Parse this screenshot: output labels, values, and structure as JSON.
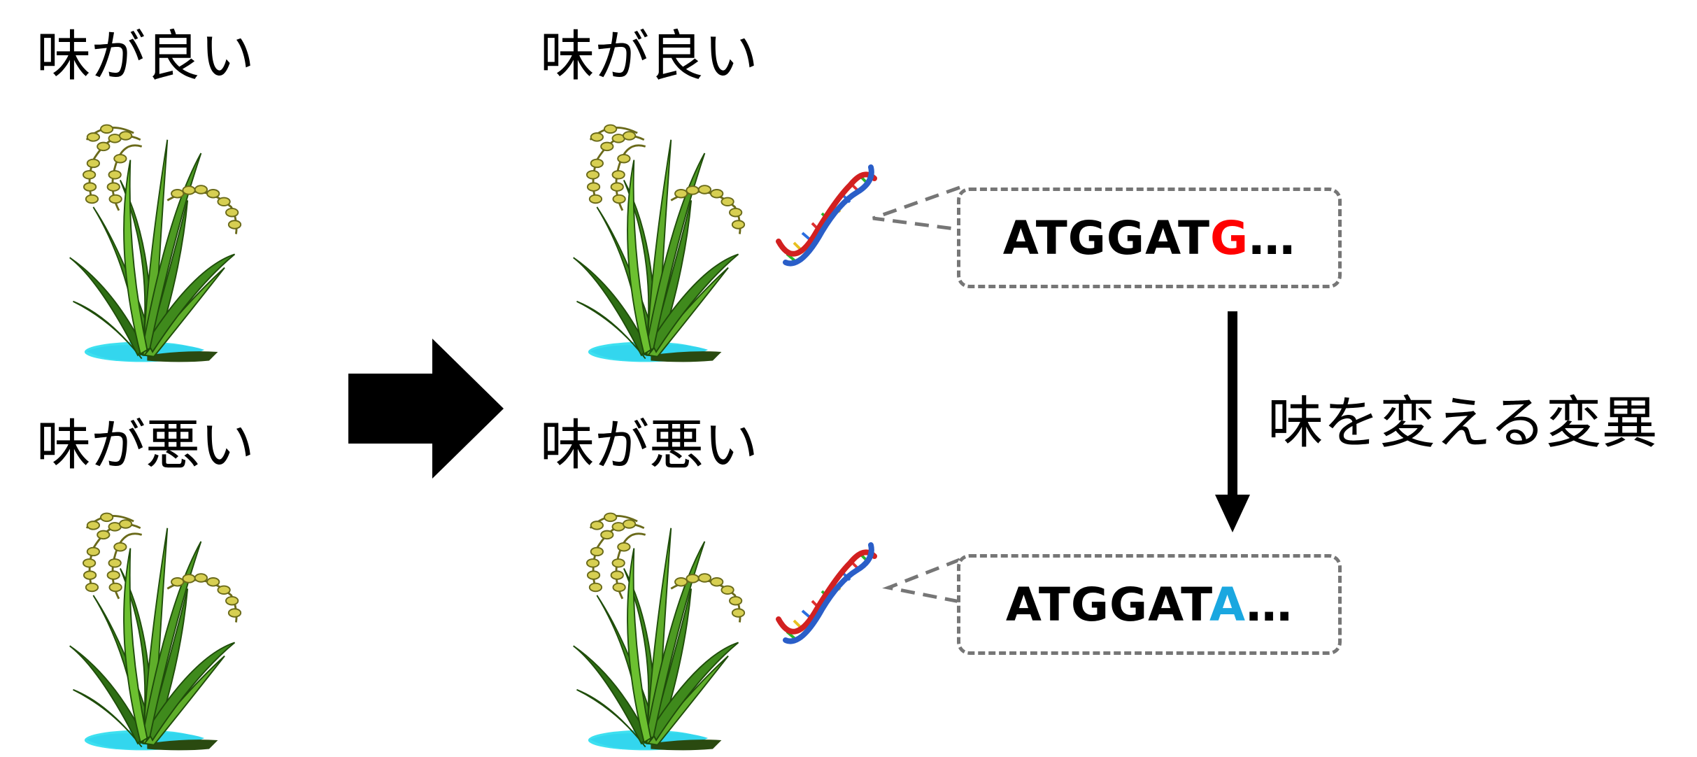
{
  "left_group": {
    "good_label": "味が良い",
    "bad_label": "味が悪い"
  },
  "right_group": {
    "good_label": "味が良い",
    "bad_label": "味が悪い"
  },
  "sequences": {
    "good": {
      "prefix": "ATGGAT",
      "variant": "G",
      "suffix": "…",
      "variant_color": "#ff0000"
    },
    "bad": {
      "prefix": "ATGGAT",
      "variant": "A",
      "suffix": "…",
      "variant_color": "#1aa7e0"
    }
  },
  "mutation_label": "味を変える変異",
  "icons": [
    "rice-plant-icon",
    "dna-helix-icon",
    "right-arrow-icon",
    "down-arrow-icon"
  ]
}
